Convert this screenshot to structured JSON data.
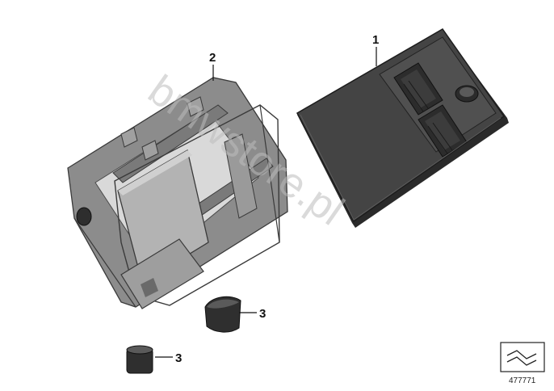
{
  "parts": [
    {
      "number": "1",
      "description": "control unit"
    },
    {
      "number": "2",
      "description": "holder"
    },
    {
      "number": "3",
      "description": "rubber grommet"
    },
    {
      "number": "3",
      "description": "rubber grommet"
    }
  ],
  "watermark": "bmwstore.pl",
  "diagram_id": "477771",
  "colors": {
    "ecu_body": "#3a3a3a",
    "ecu_top": "#4a4a4a",
    "bracket_metal": "#8a8a8a",
    "bracket_light": "#b4b4b4",
    "grommet": "#2f2f2f",
    "watermark": "#bdbdbd"
  }
}
